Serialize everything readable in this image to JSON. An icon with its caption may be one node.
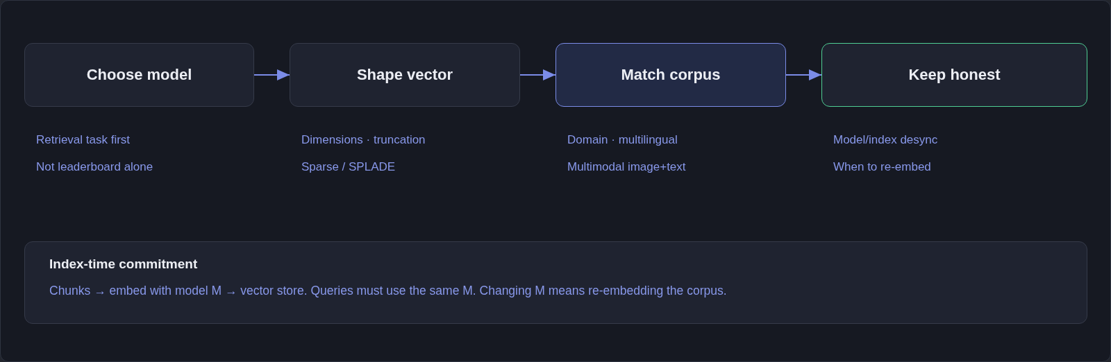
{
  "diagram": {
    "nodes": [
      {
        "text": [
          "Choose model"
        ],
        "beside": [
          "Retrieval task first",
          "Not leaderboard alone"
        ]
      },
      {
        "text": [
          "Shape vector"
        ],
        "beside": [
          "Dimensions · truncation",
          "Sparse / SPLADE"
        ]
      },
      {
        "text": [
          "Match corpus"
        ],
        "beside": [
          "Domain · multilingual",
          "Multimodal image+text"
        ]
      },
      {
        "text": [
          "Keep honest"
        ],
        "beside": [
          "Model/index desync",
          "When to re-embed"
        ]
      },
      {
        "text": [
          "Index-time commitment",
          "Chunks → embed with model M → vector store. Queries must use the same M. Changing M means re-embedding the corpus."
        ]
      }
    ],
    "edges": [
      {
        "from": 0,
        "to": 1,
        "arrow": "to"
      },
      {
        "from": 1,
        "to": 2,
        "arrow": "to"
      },
      {
        "from": 2,
        "to": 3,
        "arrow": "to"
      }
    ]
  }
}
